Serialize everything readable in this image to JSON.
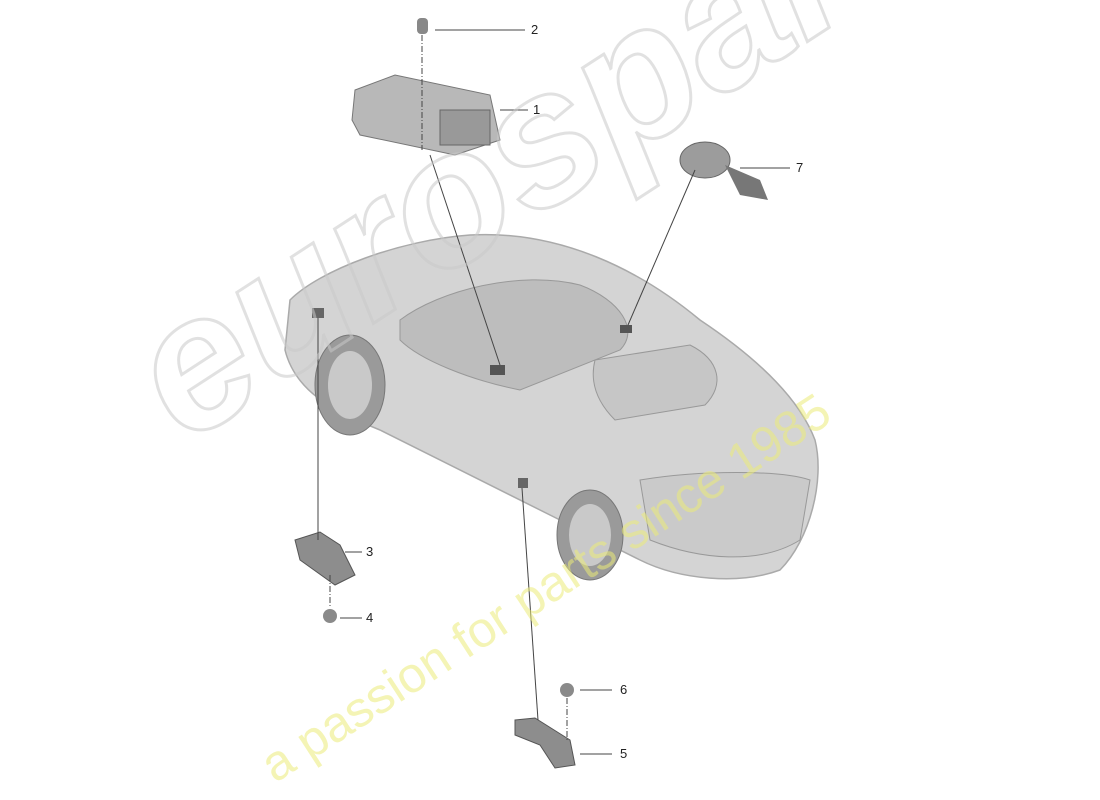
{
  "watermark": {
    "brand": "eurospares",
    "tagline": "a passion for parts since 1985"
  },
  "callouts": [
    {
      "number": "1",
      "part": "control-unit"
    },
    {
      "number": "2",
      "part": "nut"
    },
    {
      "number": "3",
      "part": "front-sensor"
    },
    {
      "number": "4",
      "part": "nut"
    },
    {
      "number": "5",
      "part": "side-sensor"
    },
    {
      "number": "6",
      "part": "nut"
    },
    {
      "number": "7",
      "part": "clock-spring"
    }
  ]
}
